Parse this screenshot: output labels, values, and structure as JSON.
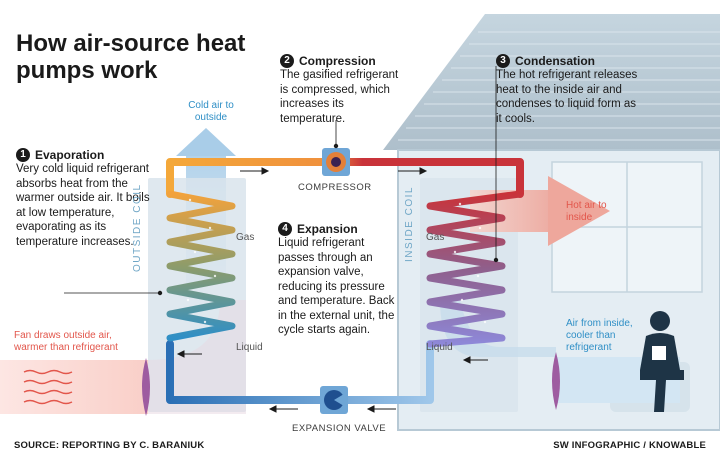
{
  "title": "How air-source heat pumps work",
  "steps": {
    "s1": {
      "num": "1",
      "title": "Evaporation",
      "text": "Very cold liquid refrigerant absorbs heat from the warmer outside air. It boils at low temperature, evaporating as its temperature increases."
    },
    "s2": {
      "num": "2",
      "title": "Compression",
      "text": "The gasified refrigerant is compressed, which increases its temperature."
    },
    "s3": {
      "num": "3",
      "title": "Condensation",
      "text": "The hot refrigerant releases heat to the inside air and condenses to liquid form as it cools."
    },
    "s4": {
      "num": "4",
      "title": "Expansion",
      "text": "Liquid refrigerant passes through an expansion valve, reducing its pressure and temperature. Back in the external unit, the cycle starts again."
    }
  },
  "labels": {
    "cold_air": "Cold air to outside",
    "compressor": "COMPRESSOR",
    "expansion_valve": "EXPANSION VALVE",
    "outside_coil": "OUTSIDE COIL",
    "inside_coil": "INSIDE COIL",
    "gas_left": "Gas",
    "liquid_left": "Liquid",
    "gas_right": "Gas",
    "liquid_right": "Liquid",
    "hot_air": "Hot air to inside",
    "fan_air": "Fan draws outside air, warmer than refrigerant",
    "inside_air": "Air from inside, cooler than refrigerant"
  },
  "footer": {
    "source": "SOURCE: REPORTING BY C. BARANIUK",
    "credit": "SW INFOGRAPHIC / KNOWABLE"
  },
  "colors": {
    "cold_pipe": "#2f8fc6",
    "hot_pipe": "#c9333a",
    "warm_pipe": "#f0a23a",
    "hot_air": "#e2564b",
    "cold_air": "#2f8fc6",
    "house": "#b9cbd6"
  }
}
